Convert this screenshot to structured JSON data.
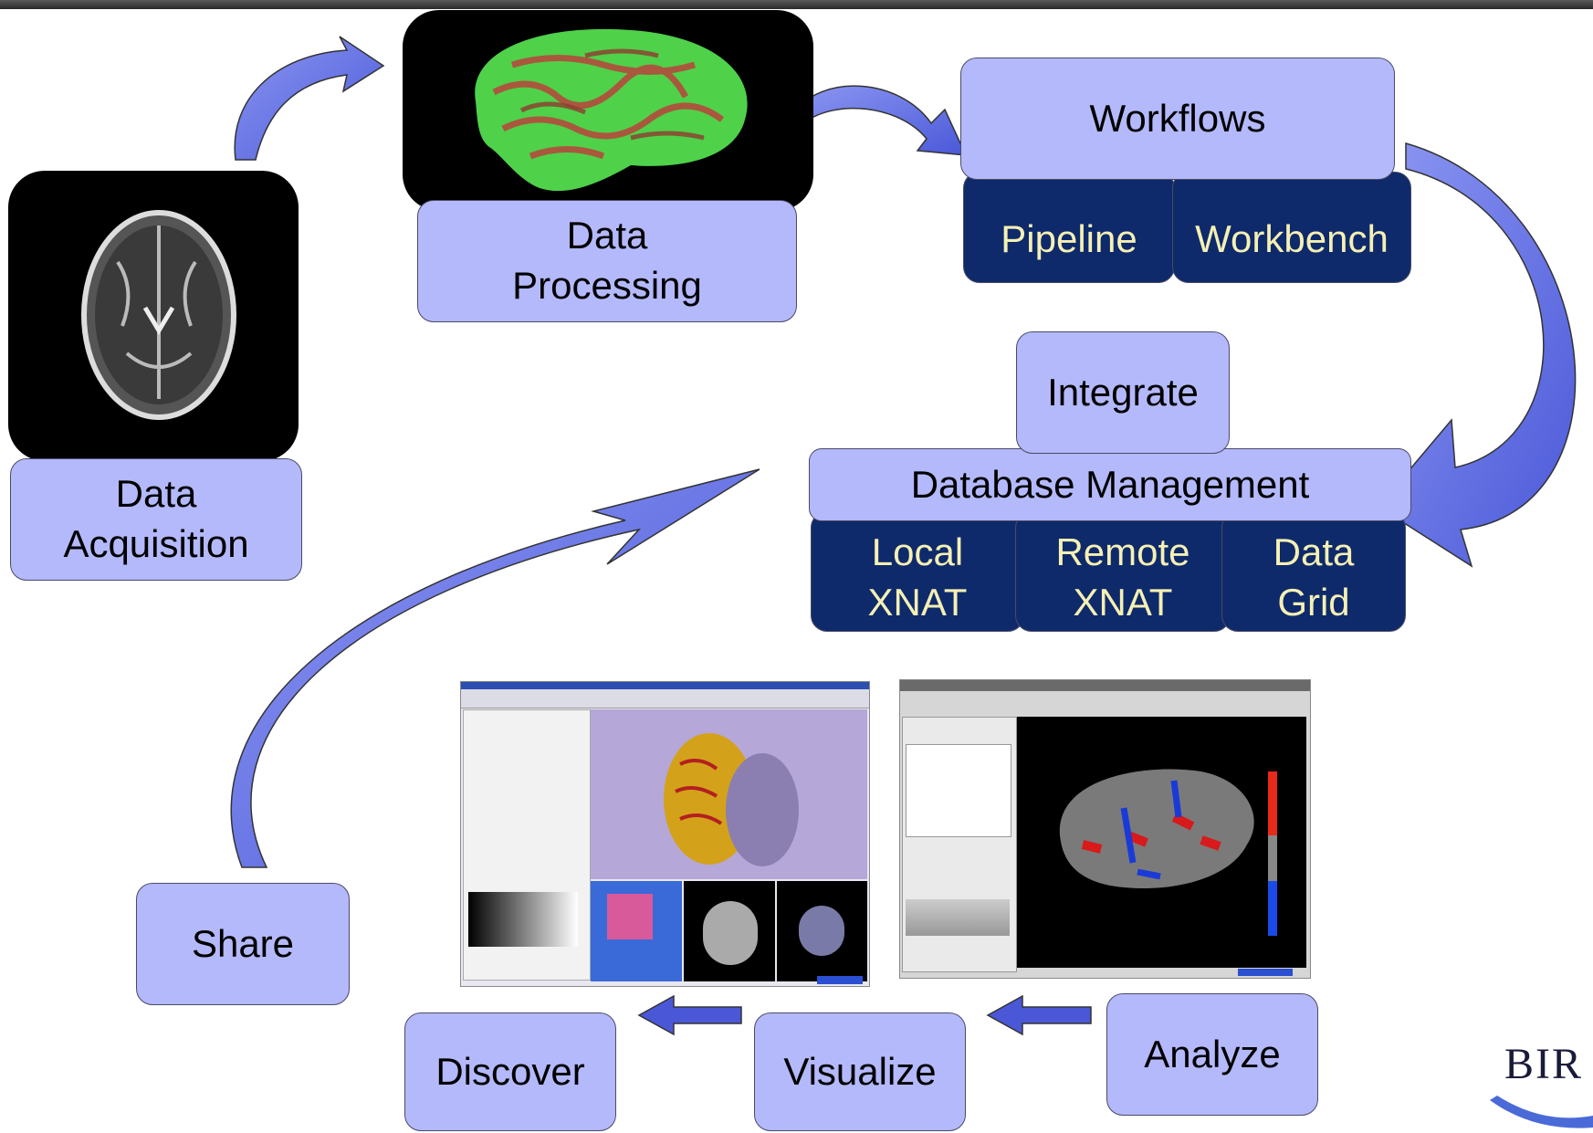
{
  "nodes": {
    "data_acquisition": "Data\nAcquisition",
    "data_processing": "Data\nProcessing",
    "workflows": "Workflows",
    "pipeline": "Pipeline",
    "workbench": "Workbench",
    "integrate": "Integrate",
    "database_management": "Database Management",
    "local_xnat": "Local\nXNAT",
    "remote_xnat": "Remote\nXNAT",
    "data_grid": "Data\nGrid",
    "share": "Share",
    "analyze": "Analyze",
    "visualize": "Visualize",
    "discover": "Discover"
  },
  "logo_text": "BIR",
  "colors": {
    "light_box": "#b3b9fa",
    "dark_box": "#0e2a6b",
    "dark_box_text": "#f5f0b4",
    "arrow": "#6a78e6"
  },
  "images": [
    "brain-axial-mri",
    "brain-cortical-surface-render",
    "3d-slicer-screenshot",
    "qdec-freesurfer-screenshot"
  ]
}
